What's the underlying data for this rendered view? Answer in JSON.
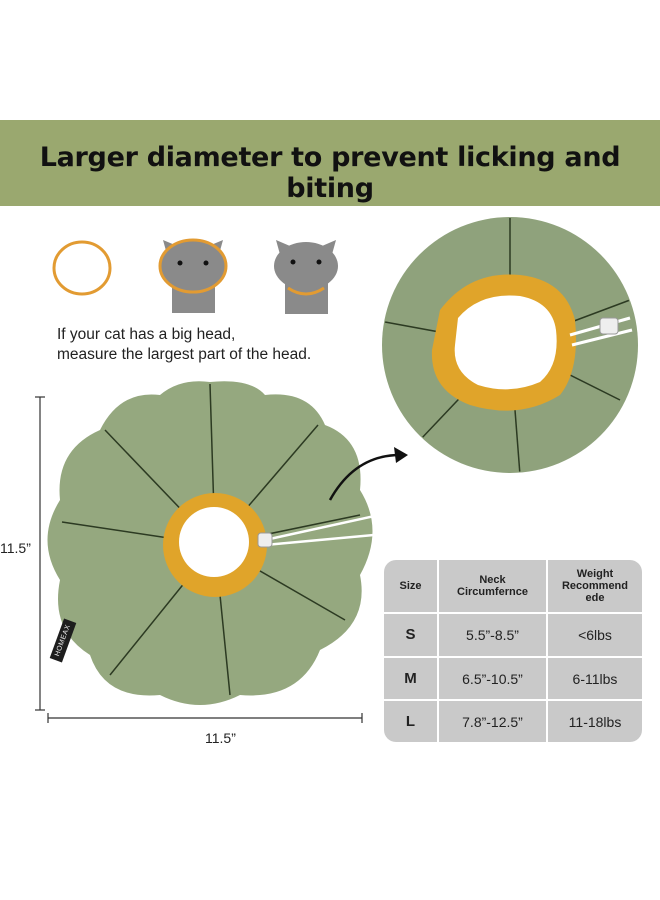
{
  "banner": {
    "title": "Larger diameter to prevent licking and biting",
    "background": "#9aa86f"
  },
  "instructions": {
    "line1": "If your cat has a big head,",
    "line2": "measure the largest part of the head."
  },
  "dimensions": {
    "height": "11.5”",
    "width": "11.5”"
  },
  "product": {
    "brand_label": "HOMEAX",
    "body_color": "#95a87f",
    "inner_color": "#e0a42a"
  },
  "size_table": {
    "headers": [
      "Size",
      "Neck Circumfernce",
      "Weight Recommend ede"
    ],
    "rows": [
      {
        "size": "S",
        "neck": "5.5”-8.5”",
        "weight": "<6lbs"
      },
      {
        "size": "M",
        "neck": "6.5”-10.5”",
        "weight": "6-11lbs"
      },
      {
        "size": "L",
        "neck": "7.8”-12.5”",
        "weight": "11-18lbs"
      }
    ]
  }
}
